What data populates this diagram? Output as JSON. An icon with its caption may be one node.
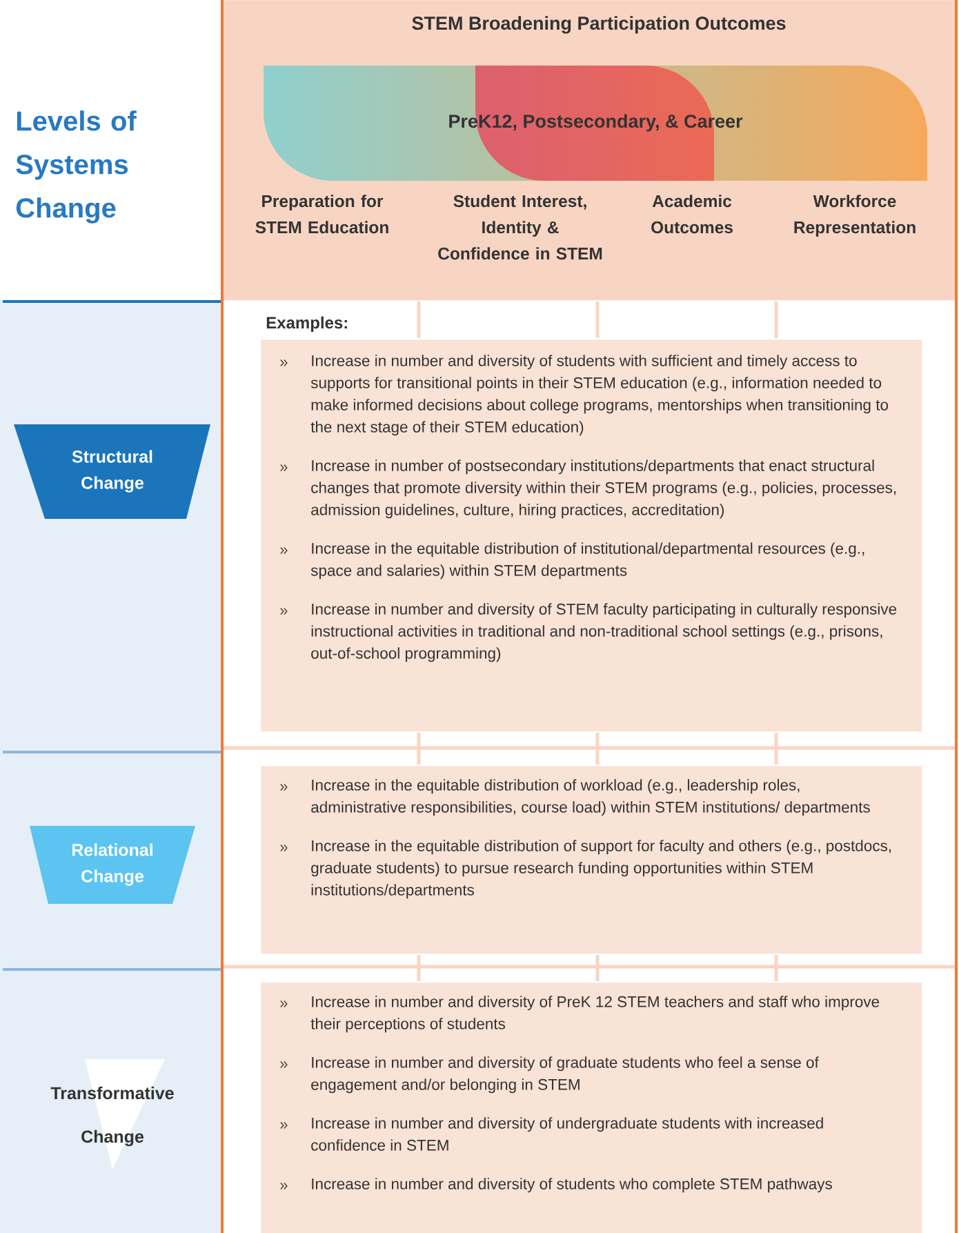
{
  "diagram": {
    "title": "Levels of Systems Change",
    "nodes": [
      {
        "text": [
          "STEM Broadening Participation Outcomes",
          "Preparation for STEM Education",
          "Student Interest, Identity & Confidence in STEM",
          "Academic Outcomes",
          "Workforce Representation"
        ]
      },
      {
        "text": [
          "PreK12, Postsecondary, & Career"
        ],
        "in": 0
      },
      {
        "text": [
          "Structural Change"
        ]
      },
      {
        "beside": [
          "Examples:"
        ],
        "text": [
          "Increase in number and diversity of students with sufficient and timely access to supports for transitional points in their STEM education (e.g., information needed to make informed decisions about college programs, mentorships when transitioning to the next stage of their STEM education)",
          "Increase in number of postsecondary institutions/departments that enact structural changes that promote diversity within their STEM programs (e.g., policies, processes, admission guidelines, culture, hiring practices, accreditation)",
          "Increase in the equitable distribution of institutional/departmental resources (e.g., space and salaries) within STEM departments",
          "Increase in number and diversity of STEM faculty participating in culturally responsive instructional activities in traditional and non-traditional school settings (e.g., prisons, out-of-school programming)"
        ]
      },
      {
        "text": [
          "Relational Change"
        ]
      },
      {
        "text": [
          "Increase in the equitable distribution of workload (e.g., leadership roles, administrative responsibilities, course load) within STEM institutions/ departments",
          "Increase in the equitable distribution of support for faculty and others (e.g., postdocs, graduate students) to pursue research funding opportunities within STEM institutions/departments"
        ]
      },
      {
        "text": [
          "Transformative Change"
        ]
      },
      {
        "text": [
          "Increase in number and diversity of PreK 12 STEM teachers and staff who improve their perceptions of students",
          "Increase in number and diversity of graduate students who feel a sense of engagement and/or belonging in STEM",
          "Increase in number and diversity of undergraduate students with increased confidence in STEM",
          "Increase in number and diversity of students who complete STEM pathways"
        ]
      }
    ]
  }
}
